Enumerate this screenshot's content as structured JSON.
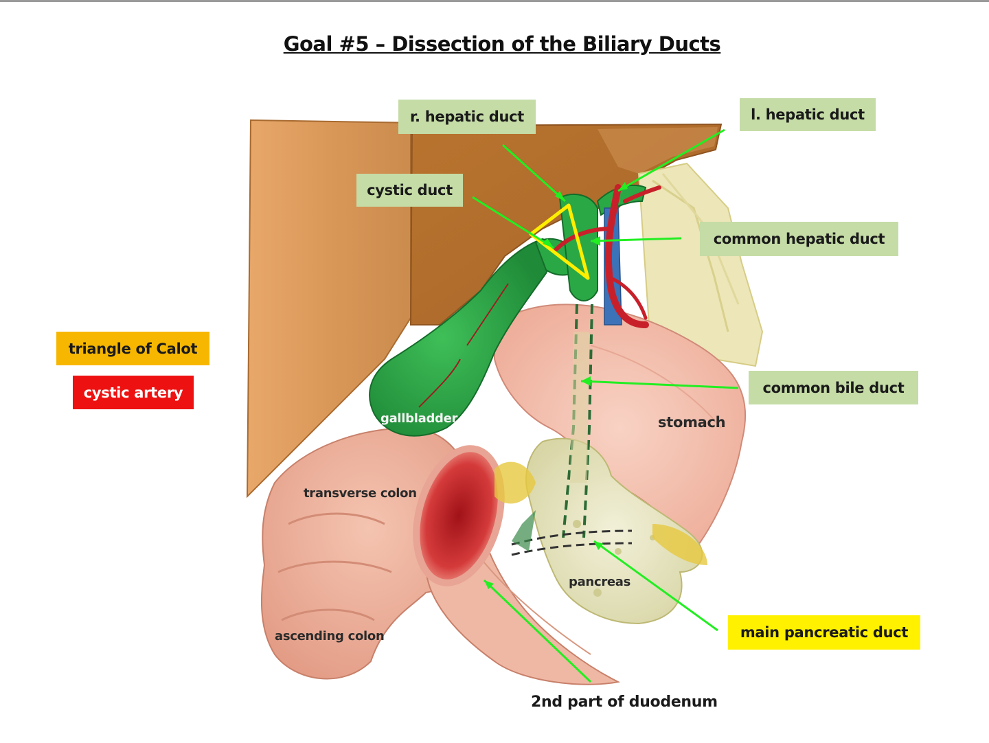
{
  "title": "Goal #5 – Dissection of the Biliary Ducts",
  "labels": {
    "r_hepatic_duct": "r. hepatic duct",
    "l_hepatic_duct": "l. hepatic duct",
    "cystic_duct": "cystic duct",
    "common_hepatic_duct": "common hepatic duct",
    "triangle_of_calot": "triangle of Calot",
    "cystic_artery": "cystic artery",
    "common_bile_duct": "common bile duct",
    "main_pancreatic_duct": "main pancreatic duct"
  },
  "anatomy": {
    "gallbladder": "gallbladder",
    "stomach": "stomach",
    "transverse_colon": "transverse colon",
    "pancreas": "pancreas",
    "ascending_colon": "ascending colon",
    "duodenum": "2nd part of duodenum"
  },
  "colors": {
    "label_green": "#c5dca6",
    "label_orange": "#f7b700",
    "label_red": "#ee1111",
    "label_yellow": "#fff100",
    "pointer_green": "#22ee22",
    "triangle_yellow": "#ffee00",
    "duct_green": "#2aa845",
    "liver": "#c88a45",
    "artery_red": "#c8202a"
  }
}
